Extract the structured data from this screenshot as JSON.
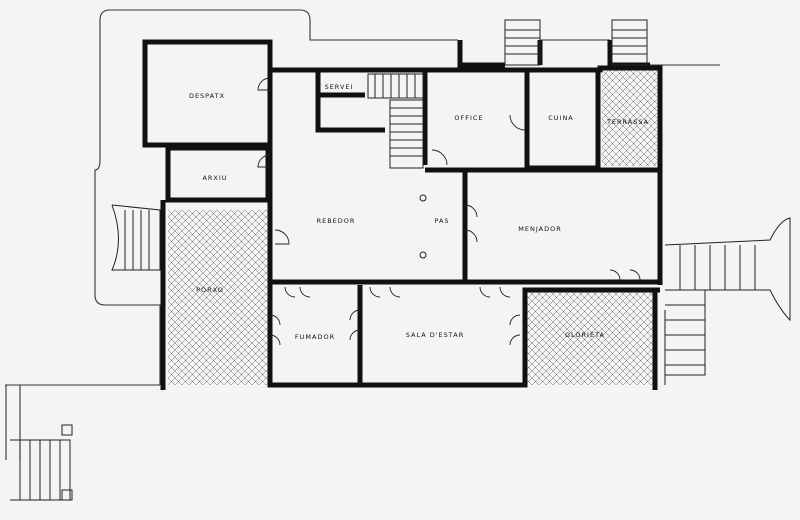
{
  "rooms": {
    "despatx": "DESPATX",
    "arxiu": "ARXIU",
    "porxo": "PORXO",
    "rebedor": "REBEDOR",
    "pas": "PAS",
    "servei": "SERVEI",
    "office": "OFFICE",
    "cuina": "CUINA",
    "terrassa": "TERRASSA",
    "menjador": "MENJADOR",
    "fumador": "FUMADOR",
    "sala_estar": "SALA  D'ESTAR",
    "glorieta": "GLORIETA"
  },
  "colors": {
    "ink": "#111111",
    "paper": "#f4f4f2"
  }
}
